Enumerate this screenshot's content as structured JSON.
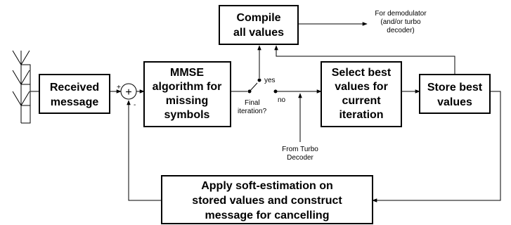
{
  "blocks": {
    "received": [
      "Received",
      "message"
    ],
    "mmse": [
      "MMSE",
      "algorithm for",
      "missing",
      "symbols"
    ],
    "compile": [
      "Compile",
      "all values"
    ],
    "select": [
      "Select best",
      "values for",
      "current",
      "iteration"
    ],
    "store": [
      "Store best",
      "values"
    ],
    "apply": [
      "Apply soft-estimation on",
      "stored values and construct",
      "message for cancelling"
    ]
  },
  "labels": {
    "demod": [
      "For demodulator",
      "(and/or turbo",
      "decoder)"
    ],
    "turbo": [
      "From Turbo",
      "Decoder"
    ],
    "final": [
      "Final",
      "iteration?"
    ],
    "yes": "yes",
    "no": "no",
    "plus_sign": "+",
    "minus_sign": "-",
    "summer_symbol": "+"
  }
}
